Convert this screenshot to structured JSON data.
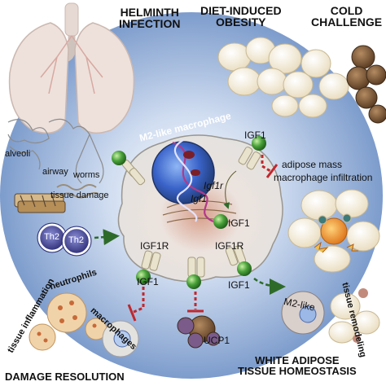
{
  "titles": {
    "helminth": "HELMINTH\nINFECTION",
    "obesity": "DIET-INDUCED\nOBESITY",
    "cold": "COLD\nCHALLENGE",
    "damage_resolution": "DAMAGE RESOLUTION",
    "wat_homeostasis": "WHITE ADIPOSE\nTISSUE HOMEOSTASIS"
  },
  "labels": {
    "m2_macrophage": "M2-like macrophage",
    "igf1": "IGF1",
    "igf1r": "IGF1R",
    "igf1r_gene": "Igf1r",
    "igf1_gene": "Igf1",
    "alveoli": "alveoli",
    "airway": "airway",
    "worms": "worms",
    "tissue_damage": "tissue damage",
    "th2": "Th2",
    "adipose_mass": "adipose mass",
    "macrophage_infiltration": "macrophage infiltration",
    "tissue_inflammation": "tissue inflammation",
    "neutrophils": "neutrophils",
    "macrophages": "macrophages",
    "ucp1": "UCP1",
    "m2_like": "M2-like",
    "tissue_remodeling": "tissue remodeling"
  },
  "colors": {
    "background_glow": "#7d9ccc",
    "macrophage_body": "#e9e5e0",
    "nucleus": "#3a63c9",
    "igf1_ball": "#4aa23a",
    "receptor": "#e9e2cc",
    "inhibition_red": "#c0272d",
    "activation_green": "#2e6b2a",
    "th2_cell": "#3c3d8c",
    "fat_cell": "#f6edd7",
    "brown_fat": "#8a6240",
    "lung": "#eee1dc"
  },
  "icons": {
    "lung": "lungs-icon",
    "th2": "t-cell-icon",
    "igf1": "igf1-ligand-icon",
    "receptor": "igf1-receptor-icon",
    "dna": "dna-helix-icon",
    "fat_cells": "adipocyte-cluster-icon",
    "brown_fat": "brown-adipocyte-icon"
  }
}
